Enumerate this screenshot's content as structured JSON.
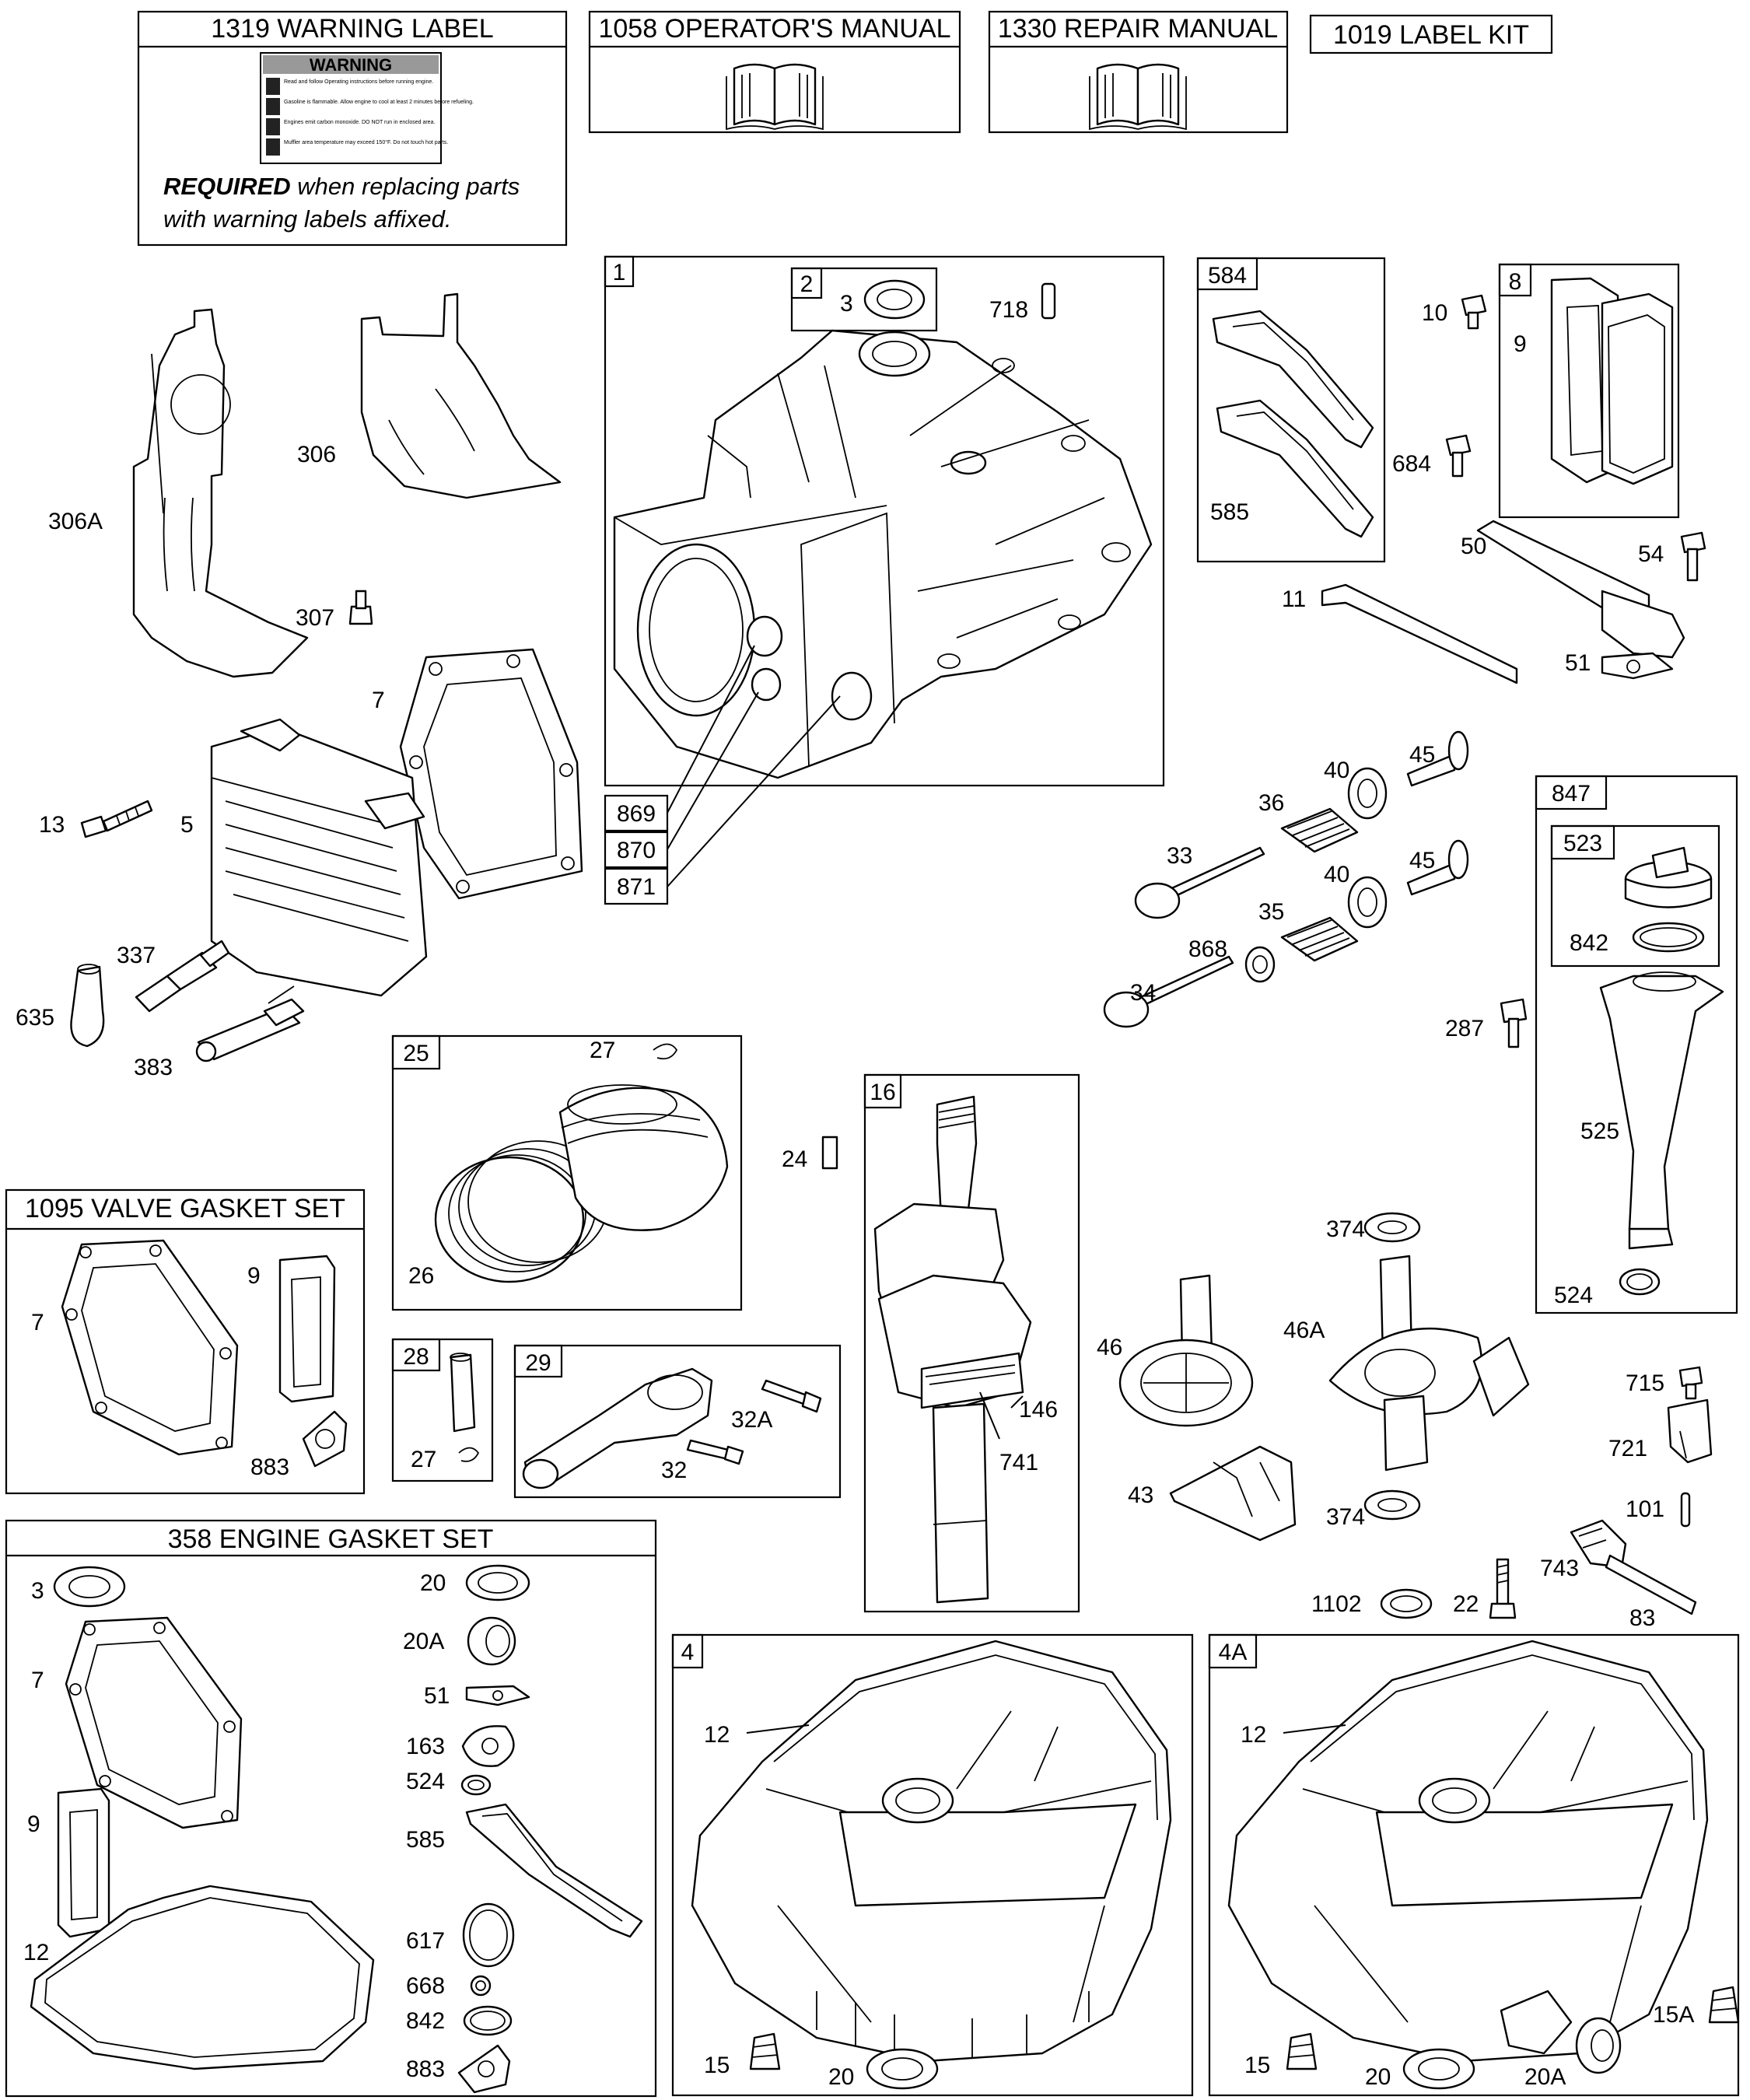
{
  "headers": {
    "warning_label": "1319 WARNING LABEL",
    "operators_manual": "1058 OPERATOR'S MANUAL",
    "repair_manual": "1330 REPAIR MANUAL",
    "label_kit": "1019 LABEL KIT",
    "valve_gasket_set": "1095 VALVE GASKET SET",
    "engine_gasket_set": "358 ENGINE GASKET SET"
  },
  "warning_sticker": {
    "title": "WARNING",
    "lines": [
      "Read and follow Operating instructions before running engine.",
      "Gasoline is flammable. Allow engine to cool at least 2 minutes before refueling.",
      "Engines emit carbon monoxide. DO NOT run in enclosed area.",
      "Muffler area temperature may exceed 150°F. Do not touch hot parts."
    ]
  },
  "warning_note": {
    "bold": "REQUIRED",
    "line1_rest": " when replacing parts",
    "line2": "with warning labels affixed."
  },
  "box_tags": {
    "b1": "1",
    "b2": "2",
    "b584": "584",
    "b8": "8",
    "b869": "869",
    "b870": "870",
    "b871": "871",
    "b847": "847",
    "b523": "523",
    "b25": "25",
    "b16": "16",
    "b28": "28",
    "b29": "29",
    "b4": "4",
    "b4A": "4A"
  },
  "callouts": {
    "p306A": "306A",
    "p306": "306",
    "p307": "307",
    "p7a": "7",
    "p13": "13",
    "p5": "5",
    "p337": "337",
    "p635": "635",
    "p383": "383",
    "p3a": "3",
    "p718": "718",
    "p585a": "585",
    "p10": "10",
    "p9a": "9",
    "p684": "684",
    "p50": "50",
    "p54": "54",
    "p11": "11",
    "p51a": "51",
    "p40a": "40",
    "p45a": "45",
    "p36": "36",
    "p33": "33",
    "p40b": "40",
    "p45b": "45",
    "p35": "35",
    "p868": "868",
    "p34": "34",
    "p842a": "842",
    "p287": "287",
    "p525": "525",
    "p524a": "524",
    "p27a": "27",
    "p26": "26",
    "p24": "24",
    "p146": "146",
    "p741": "741",
    "p374a": "374",
    "p46A": "46A",
    "p46": "46",
    "p43": "43",
    "p374b": "374",
    "p715": "715",
    "p721": "721",
    "p101": "101",
    "p743": "743",
    "p83": "83",
    "p1102": "1102",
    "p22": "22",
    "p27b": "27",
    "p32A": "32A",
    "p32": "32",
    "p7b": "7",
    "p9b": "9",
    "p883a": "883",
    "p3b": "3",
    "p7c": "7",
    "p9c": "9",
    "p12a": "12",
    "p20a": "20",
    "p20Aa": "20A",
    "p51b": "51",
    "p163": "163",
    "p524b": "524",
    "p585b": "585",
    "p617": "617",
    "p668": "668",
    "p842b": "842",
    "p883b": "883",
    "p12b": "12",
    "p15a": "15",
    "p20b": "20",
    "p12c": "12",
    "p15b": "15",
    "p20c": "20",
    "p20Ab": "20A",
    "p15A": "15A"
  }
}
